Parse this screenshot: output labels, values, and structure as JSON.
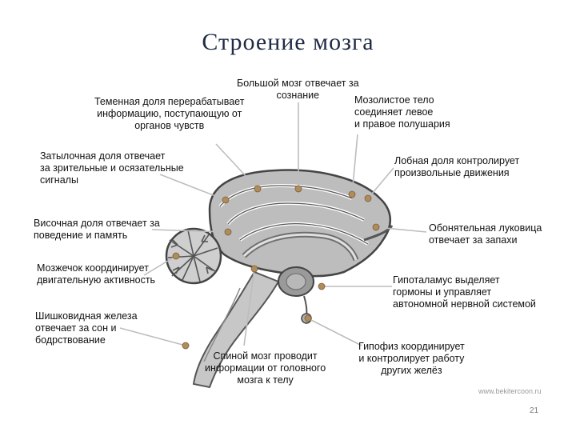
{
  "title": "Строение мозга",
  "labels": {
    "cerebrum": [
      "Большой мозг отвечает за",
      "сознание"
    ],
    "parietal": [
      "Теменная доля перерабатывает",
      "информацию, поступающую от",
      "органов чувств"
    ],
    "corpus_callosum": [
      "Мозолистое тело",
      "соединяет левое",
      "и правое полушария"
    ],
    "occipital": [
      "Затылочная доля отвечает",
      "за зрительные и осязательные",
      "сигналы"
    ],
    "frontal": [
      "Лобная доля контролирует",
      "произвольные движения"
    ],
    "temporal": [
      "Височная доля отвечает за",
      "поведение и память"
    ],
    "olfactory": [
      "Обонятельная луковица",
      "отвечает за запахи"
    ],
    "cerebellum": [
      "Мозжечок координирует",
      "двигательную активность"
    ],
    "hypothalamus": [
      "Гипоталамус выделяет",
      "гормоны и управляет",
      "автономной нервной системой"
    ],
    "pineal": [
      "Шишковидная железа",
      "отвечает за сон и",
      "бодрствование"
    ],
    "spinal_cord": [
      "Спиной мозг проводит",
      "информации от головного",
      "мозга к телу"
    ],
    "pituitary": [
      "Гипофиз координирует",
      "и контролирует работу",
      "других желёз"
    ]
  },
  "watermark": "www.bekitercoon.ru",
  "page_number": "21"
}
